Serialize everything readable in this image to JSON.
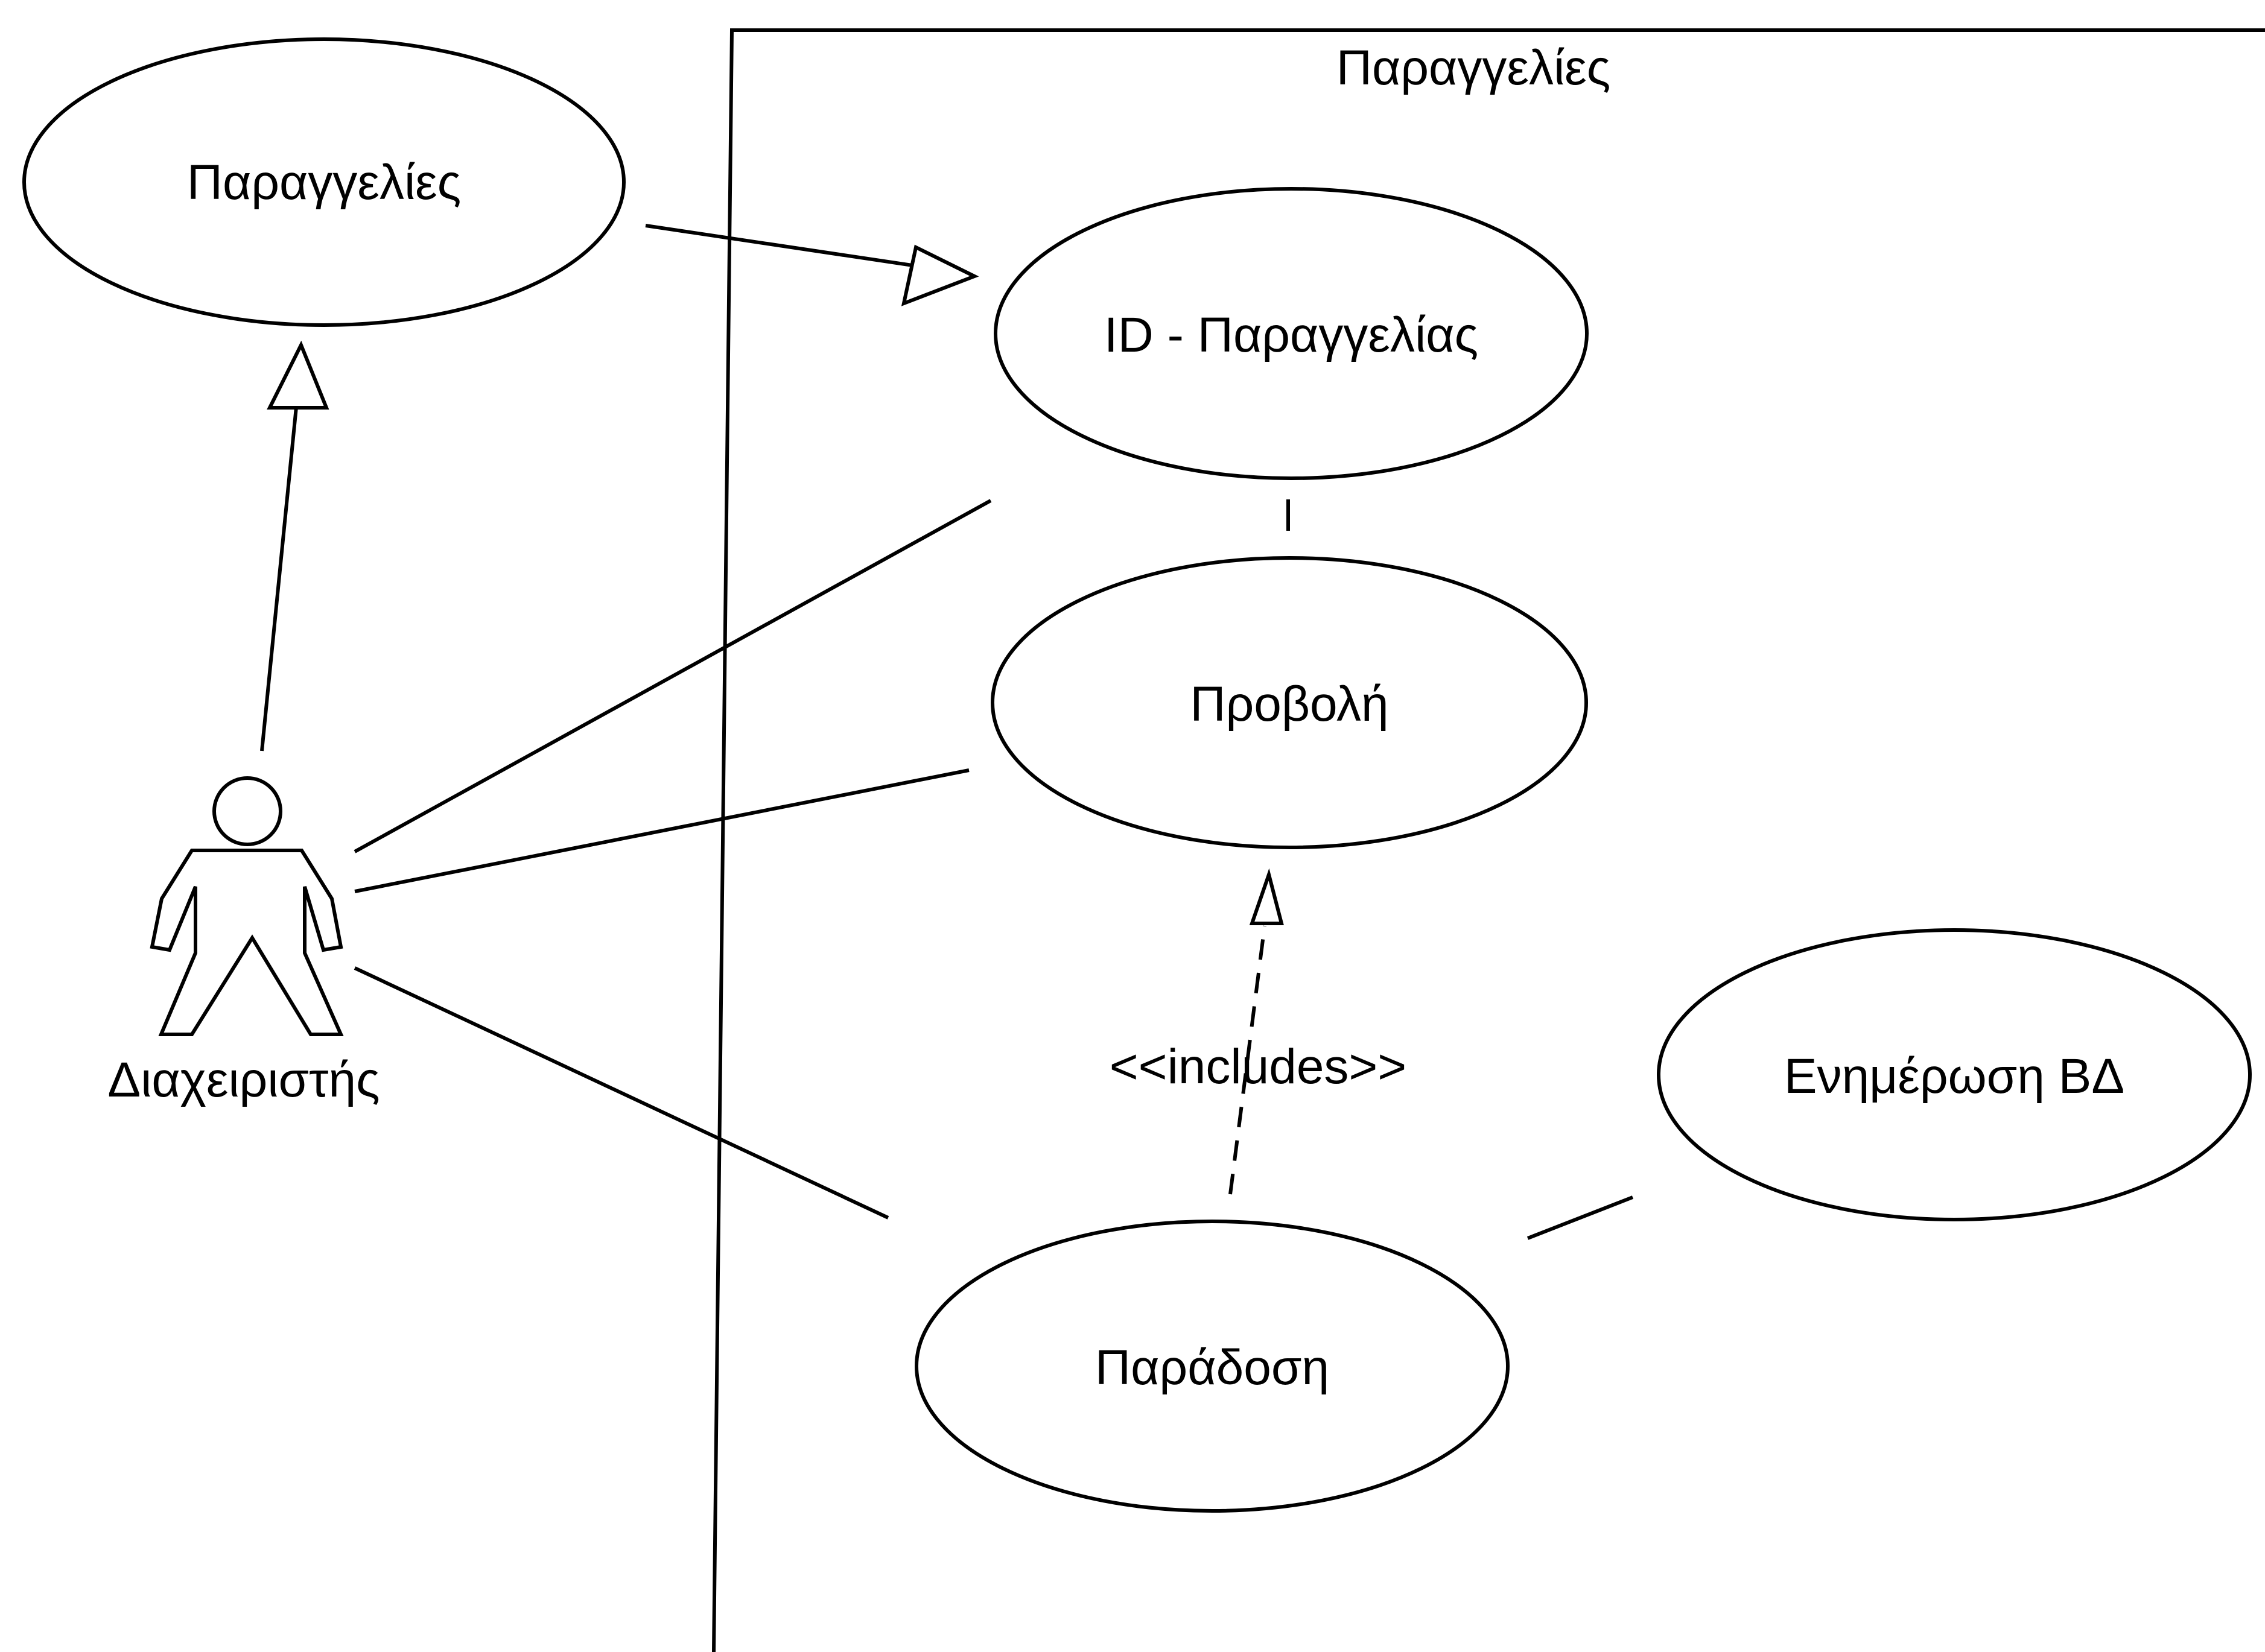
{
  "system_boundary": {
    "title": "Παραγγελίες"
  },
  "actor": {
    "name": "Διαχειριστής"
  },
  "use_cases": {
    "orders_outside": "Παραγγελίες",
    "order_id": "ID - Παραγγελίας",
    "view": "Προβολή",
    "delivery": "Παράδοση",
    "update_db": "Ενημέρωση ΒΔ"
  },
  "relations": {
    "include_label": "<<includes>>"
  }
}
